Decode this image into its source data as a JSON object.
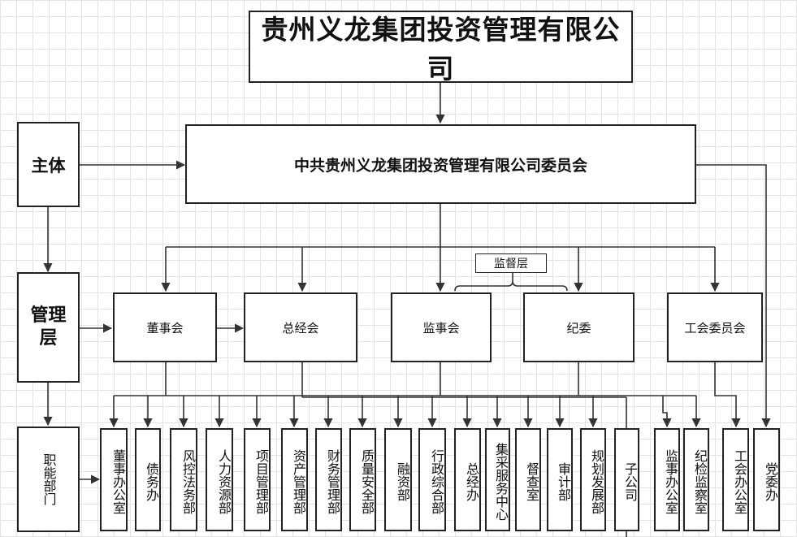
{
  "title": "贵州义龙集团投资管理有限公司",
  "party_committee": "中共贵州义龙集团投资管理有限公司委员会",
  "side_labels": {
    "subject": "主体",
    "management": "管理层",
    "functional": "职能部门"
  },
  "management_bodies": {
    "board": "董事会",
    "general_manager": "总经会",
    "supervisory_board": "监事会",
    "discipline": "纪委",
    "union": "工会委员会"
  },
  "supervision_layer": "监督层",
  "departments": [
    "董事办公室",
    "债务办",
    "风控法务部",
    "人力资源部",
    "项目管理部",
    "资产管理部",
    "财务管理部",
    "质量安全部",
    "融资部",
    "行政综合部",
    "总经办",
    "集采服务中心",
    "督查室",
    "审计部",
    "规划发展部",
    "子公司",
    "监事办公室",
    "纪检监察室",
    "工会办公室",
    "党委办"
  ]
}
